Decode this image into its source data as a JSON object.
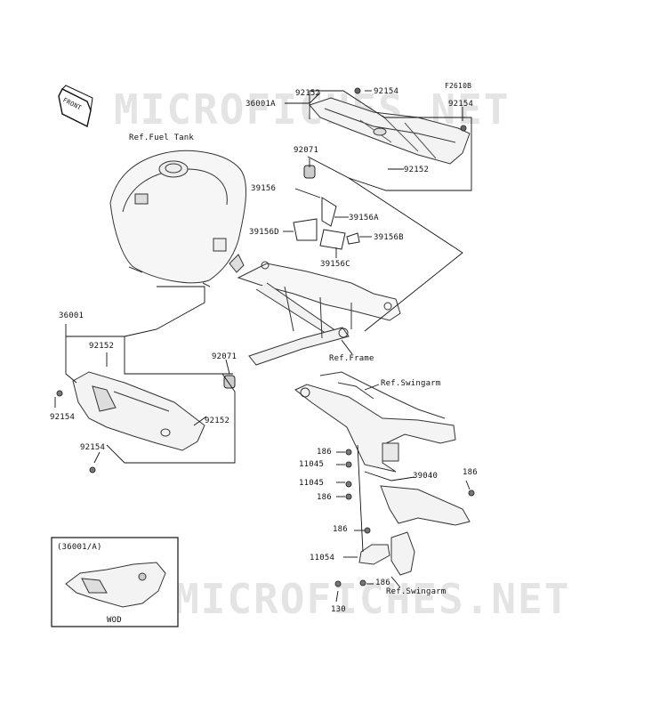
{
  "watermark": "MICROFICHES.NET",
  "figure_code": "F2610B",
  "front_badge": "FRONT",
  "refs": {
    "fuel_tank": "Ref.Fuel Tank",
    "frame": "Ref.Frame",
    "swingarm_upper": "Ref.Swingarm",
    "swingarm_lower": "Ref.Swingarm"
  },
  "parts": {
    "p36001A": "36001A",
    "p92152_top": "92152",
    "p92154_top1": "92154",
    "p92154_top2": "92154",
    "p92071_top": "92071",
    "p92152_mid": "92152",
    "p39156": "39156",
    "p39156A": "39156A",
    "p39156D": "39156D",
    "p39156B": "39156B",
    "p39156C": "39156C",
    "p36001": "36001",
    "p92152_left": "92152",
    "p92071_left": "92071",
    "p92154_left1": "92154",
    "p92152_left2": "92152",
    "p92154_left2": "92154",
    "p186_a": "186",
    "p11045_a": "11045",
    "p11045_b": "11045",
    "p186_b": "186",
    "p39040": "39040",
    "p186_c": "186",
    "p186_d": "186",
    "p11054": "11054",
    "p186_e": "186",
    "p130": "130"
  },
  "inset": {
    "title": "(36001/A)",
    "caption": "WOD"
  }
}
